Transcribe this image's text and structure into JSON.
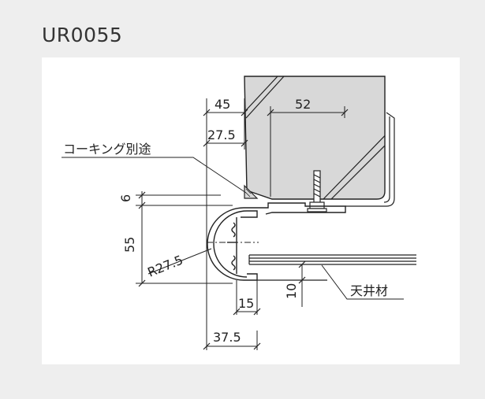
{
  "title": "UR0055",
  "drawing": {
    "labels": {
      "caulking": "コーキング別途",
      "ceiling": "天井材"
    },
    "dimensions": {
      "d45": "45",
      "d52": "52",
      "d27_5": "27.5",
      "d6": "6",
      "d55": "55",
      "r27_5": "R27.5",
      "d15": "15",
      "d10": "10",
      "d37_5": "37.5"
    }
  },
  "colors": {
    "background": "#eeeeee",
    "panel": "#ffffff",
    "glass_fill": "#d8d8d8",
    "line": "#222222"
  }
}
